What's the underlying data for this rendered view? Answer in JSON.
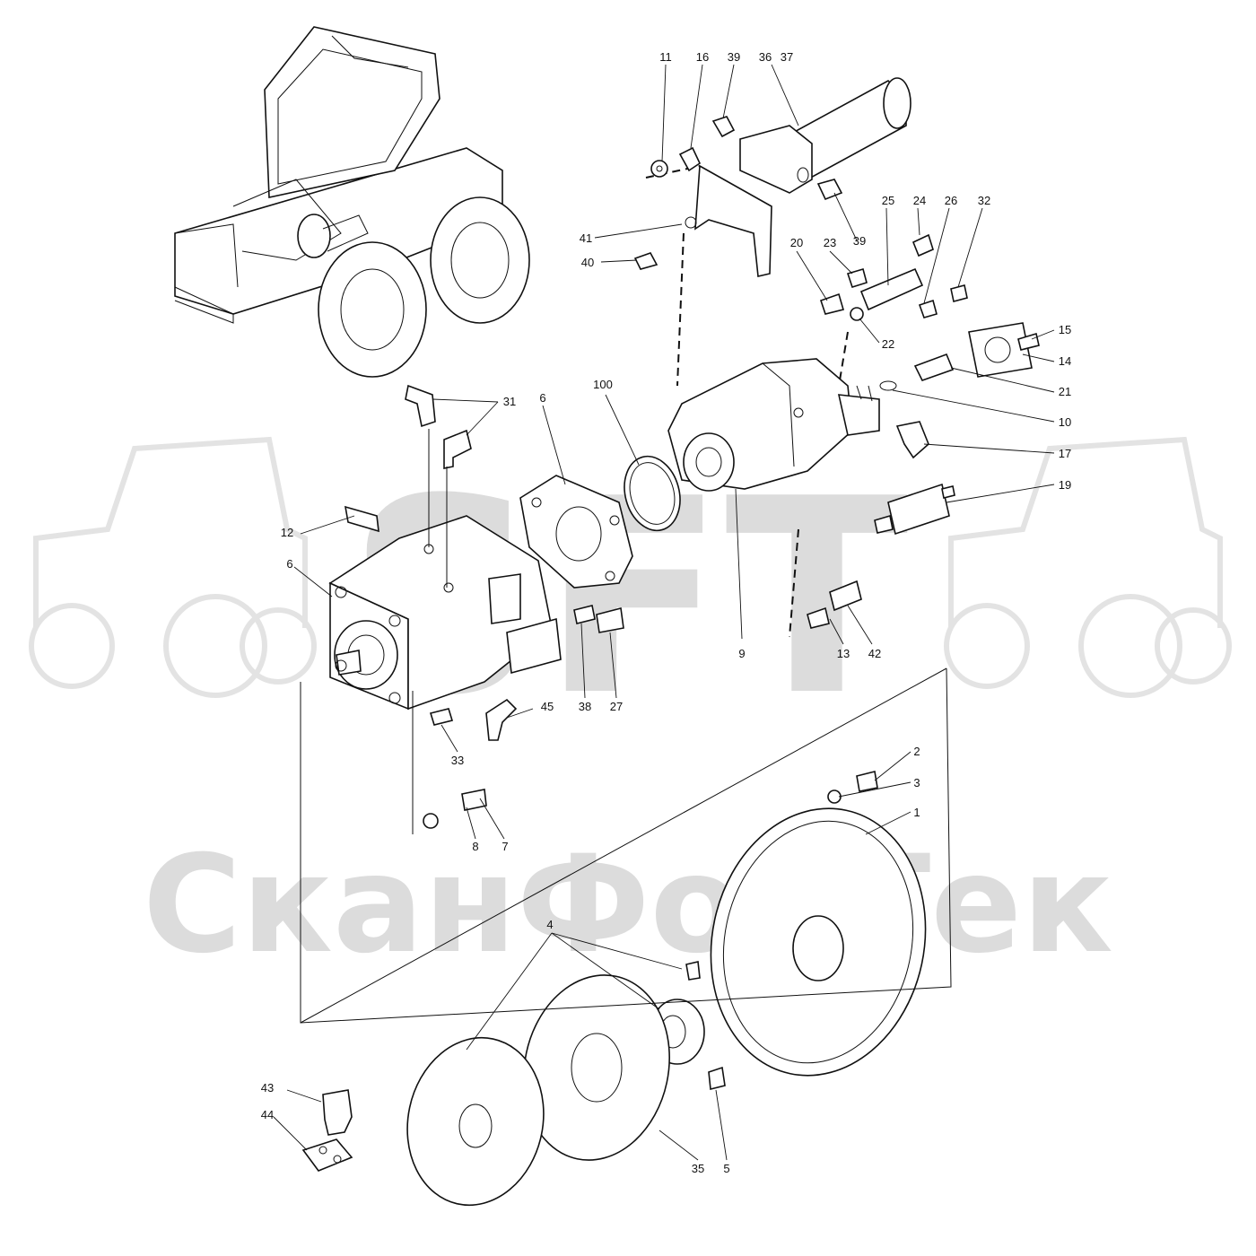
{
  "watermark": {
    "brand_latin": "SFT",
    "brand_cyrillic": "СканФорТек",
    "color": "#dcdcdc"
  },
  "callouts": [
    {
      "id": "c11",
      "text": "11"
    },
    {
      "id": "c16",
      "text": "16"
    },
    {
      "id": "c39a",
      "text": "39"
    },
    {
      "id": "c36",
      "text": "36"
    },
    {
      "id": "c37",
      "text": "37"
    },
    {
      "id": "c41",
      "text": "41"
    },
    {
      "id": "c39b",
      "text": "39"
    },
    {
      "id": "c40",
      "text": "40"
    },
    {
      "id": "c25",
      "text": "25"
    },
    {
      "id": "c24",
      "text": "24"
    },
    {
      "id": "c26",
      "text": "26"
    },
    {
      "id": "c32",
      "text": "32"
    },
    {
      "id": "c20",
      "text": "20"
    },
    {
      "id": "c23",
      "text": "23"
    },
    {
      "id": "c22",
      "text": "22"
    },
    {
      "id": "c15",
      "text": "15"
    },
    {
      "id": "c14",
      "text": "14"
    },
    {
      "id": "c21",
      "text": "21"
    },
    {
      "id": "c10",
      "text": "10"
    },
    {
      "id": "c17",
      "text": "17"
    },
    {
      "id": "c19",
      "text": "19"
    },
    {
      "id": "c31",
      "text": "31"
    },
    {
      "id": "c6a",
      "text": "6"
    },
    {
      "id": "c100",
      "text": "100"
    },
    {
      "id": "c12",
      "text": "12"
    },
    {
      "id": "c6b",
      "text": "6"
    },
    {
      "id": "c9",
      "text": "9"
    },
    {
      "id": "c13",
      "text": "13"
    },
    {
      "id": "c42",
      "text": "42"
    },
    {
      "id": "c45",
      "text": "45"
    },
    {
      "id": "c38",
      "text": "38"
    },
    {
      "id": "c27",
      "text": "27"
    },
    {
      "id": "c33",
      "text": "33"
    },
    {
      "id": "c2",
      "text": "2"
    },
    {
      "id": "c3",
      "text": "3"
    },
    {
      "id": "c1",
      "text": "1"
    },
    {
      "id": "c8",
      "text": "8"
    },
    {
      "id": "c7",
      "text": "7"
    },
    {
      "id": "c4",
      "text": "4"
    },
    {
      "id": "c43",
      "text": "43"
    },
    {
      "id": "c44",
      "text": "44"
    },
    {
      "id": "c35",
      "text": "35"
    },
    {
      "id": "c5",
      "text": "5"
    }
  ]
}
